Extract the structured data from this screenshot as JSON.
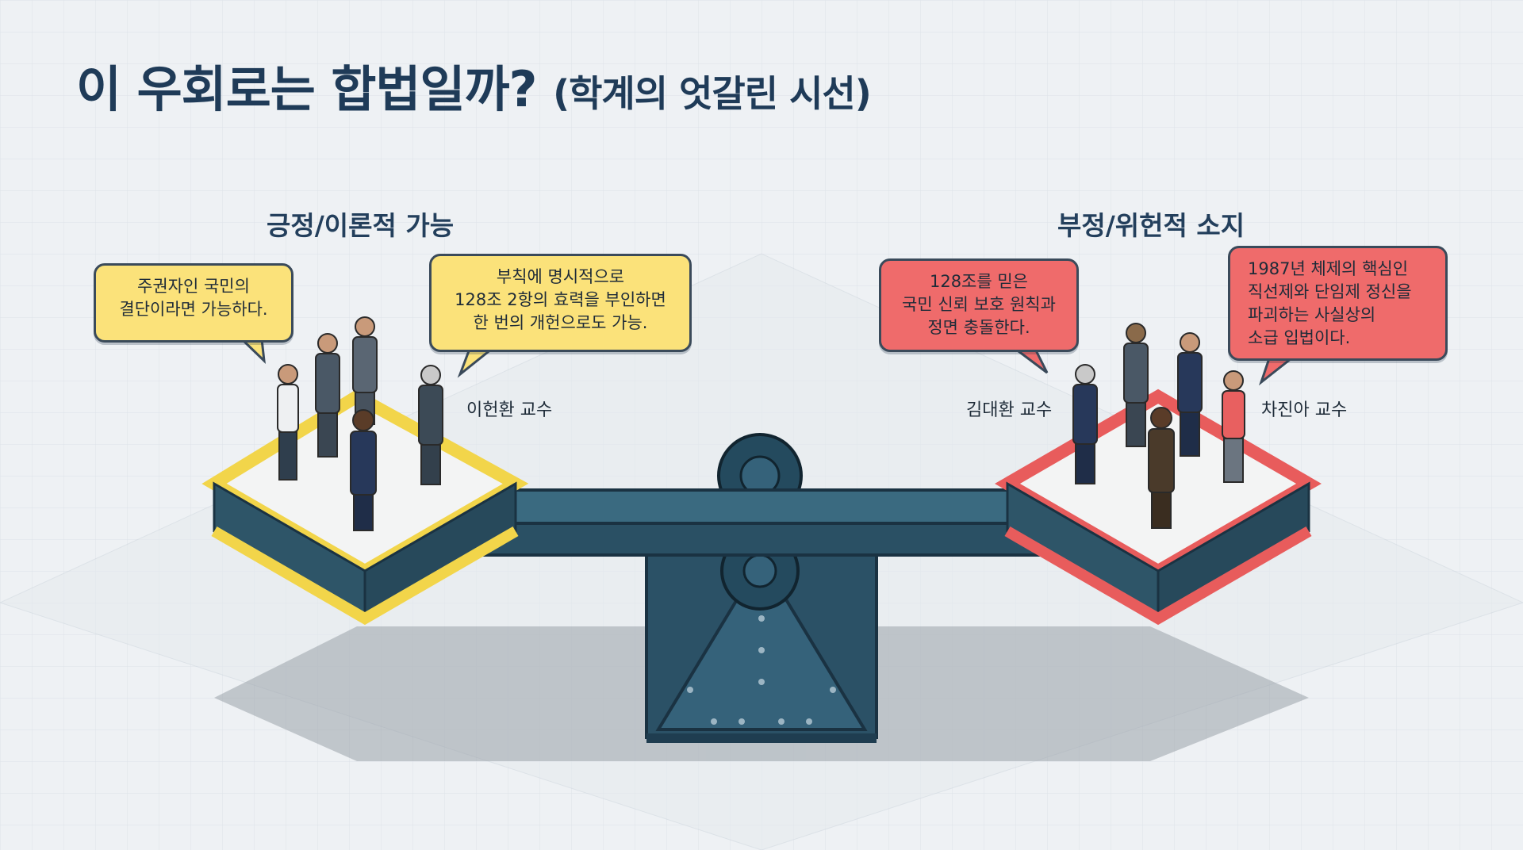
{
  "title": {
    "main": "이 우회로는 합법일까?",
    "sub": "(학계의 엇갈린 시선)"
  },
  "sides": {
    "positive": {
      "heading": "긍정/이론적 가능",
      "bubble_1": [
        "주권자인 국민의",
        "결단이라면 가능하다."
      ],
      "bubble_2": [
        "부칙에 명시적으로",
        "128조 2항의 효력을 부인하면",
        "한 번의 개헌으로도 가능."
      ],
      "professor": "이헌환 교수"
    },
    "negative": {
      "heading": "부정/위헌적 소지",
      "bubble_1": [
        "128조를 믿은",
        "국민 신뢰 보호 원칙과",
        "정면 충돌한다."
      ],
      "bubble_2": [
        "1987년 체제의 핵심인",
        "직선제와 단임제 정신을",
        "파괴하는 사실상의",
        "소급 입법이다."
      ],
      "professor_1": "김대환 교수",
      "professor_2": "차진아 교수"
    }
  },
  "colors": {
    "positive_accent": "#f2d54a",
    "negative_accent": "#e85c5c",
    "beam": "#2f5a6e",
    "title": "#1f3b58"
  }
}
